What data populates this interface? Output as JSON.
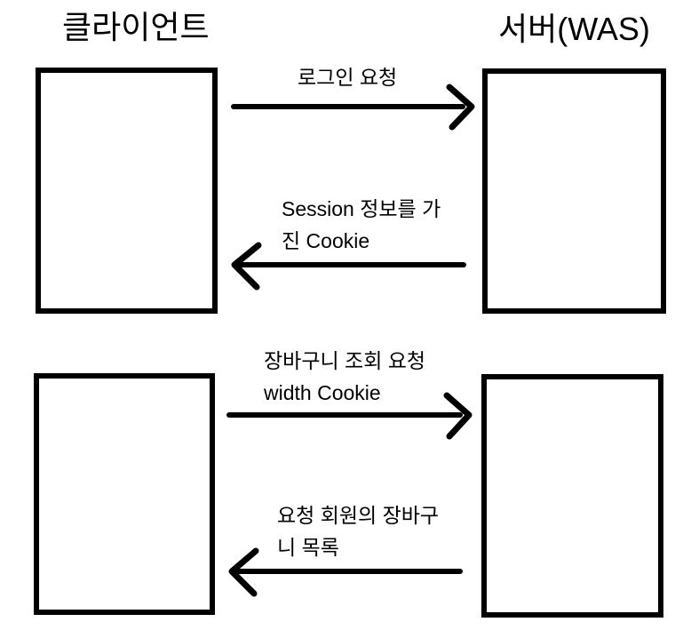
{
  "colors": {
    "ink": "#000000",
    "background": "#ffffff"
  },
  "headings": {
    "client": "클라이언트",
    "server": "서버(WAS)"
  },
  "messages": [
    {
      "direction": "left-to-right",
      "lines": [
        "로그인 요청"
      ]
    },
    {
      "direction": "right-to-left",
      "lines": [
        "Session 정보를 가",
        "진 Cookie"
      ]
    },
    {
      "direction": "left-to-right",
      "lines": [
        "장바구니 조회 요청",
        "width Cookie"
      ]
    },
    {
      "direction": "right-to-left",
      "lines": [
        "요청 회원의 장바구",
        "니 목록"
      ]
    }
  ]
}
